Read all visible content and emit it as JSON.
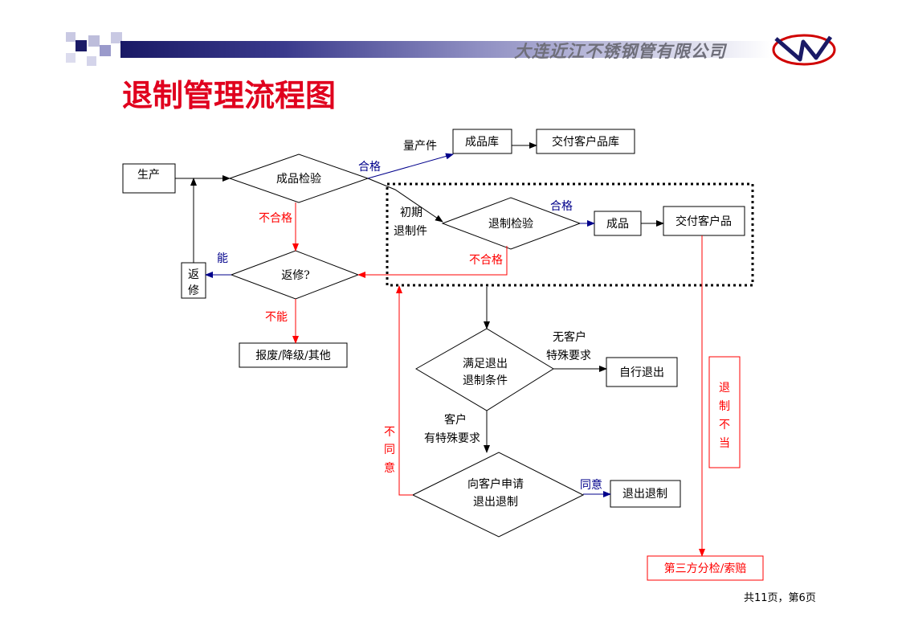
{
  "header": {
    "company": "大连近江不锈钢管有限公司",
    "title": "退制管理流程图"
  },
  "colors": {
    "title": "#e0001e",
    "red": "#ff0000",
    "blue": "#00008b",
    "bar": "#2a2a80"
  },
  "nodes": {
    "production": "生产",
    "inspection": "成品检验",
    "warehouse": "成品库",
    "deliver_warehouse": "交付客户品库",
    "recall_inspection": "退制检验",
    "finished": "成品",
    "deliver_customer": "交付客户品",
    "rework_box": [
      "返",
      "修"
    ],
    "rework_decision": "返修?",
    "scrap": "报废/降级/其他",
    "exit_condition": [
      "满足退出",
      "退制条件"
    ],
    "self_exit": "自行退出",
    "apply_customer": [
      "向客户申请",
      "退出退制"
    ],
    "exit_recall": "退出退制",
    "third_party": "第三方分检/索赔",
    "improper_box": [
      "退",
      "制",
      "不",
      "当"
    ]
  },
  "labels": {
    "mass_production": "量产件",
    "pass_1": "合格",
    "pass_2": "合格",
    "fail_1": "不合格",
    "fail_2": "不合格",
    "initial": [
      "初期",
      "退制件"
    ],
    "can": "能",
    "cannot": "不能",
    "no_special": [
      "无客户",
      "特殊要求"
    ],
    "special": [
      "客户",
      "有特殊要求"
    ],
    "disagree": [
      "不",
      "同",
      "意"
    ],
    "agree": "同意"
  },
  "footer": {
    "page": "共11页，第6页"
  }
}
